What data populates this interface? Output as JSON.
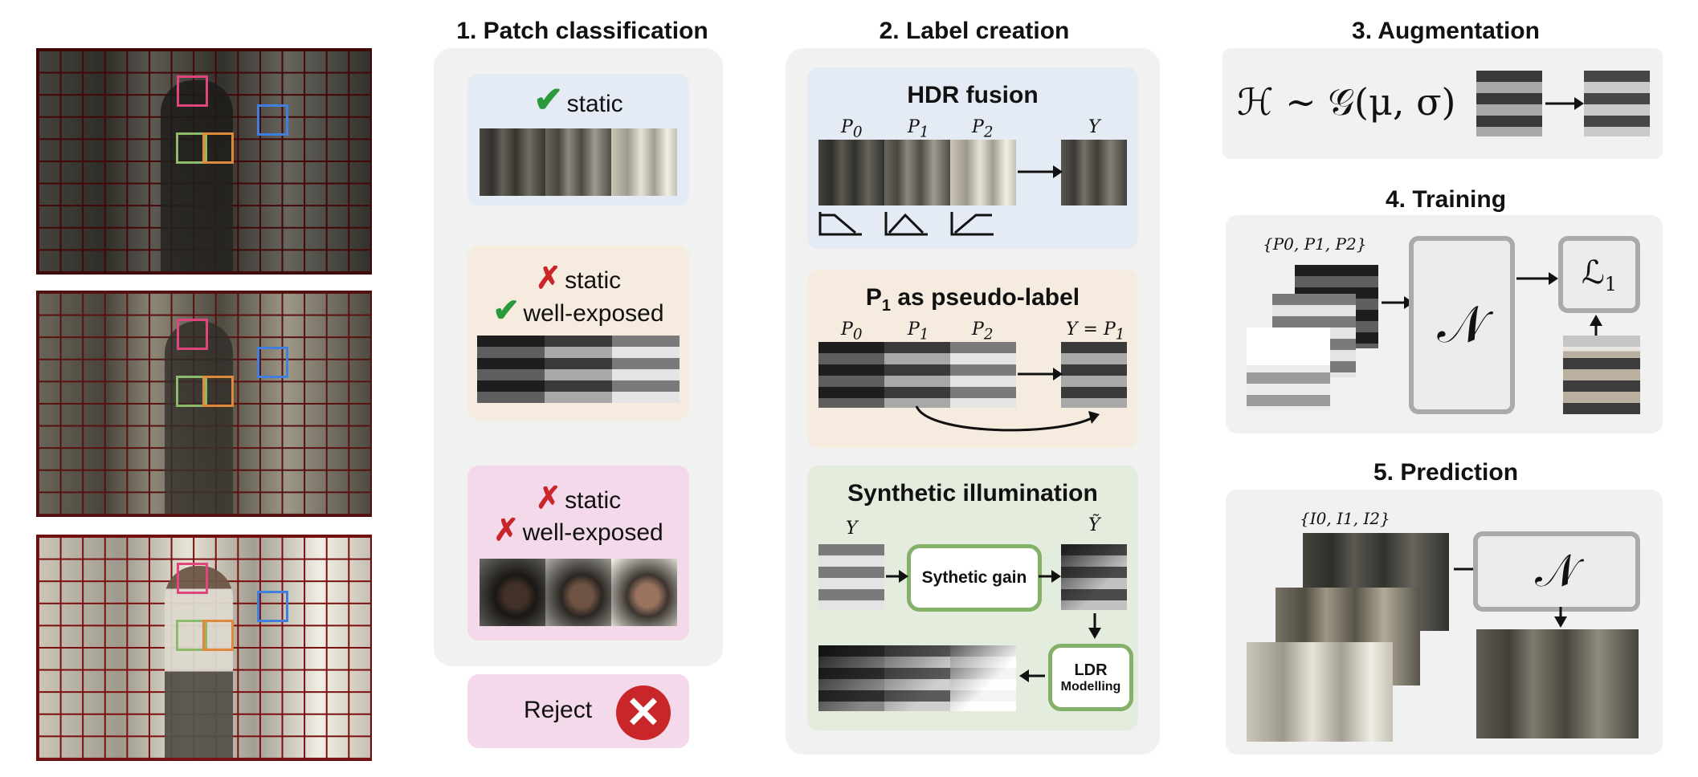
{
  "titles": {
    "s1": "1. Patch classification",
    "s2": "2. Label creation",
    "s3": "3. Augmentation",
    "s4": "4. Training",
    "s5": "5. Prediction"
  },
  "classification": {
    "box1": {
      "line1": "static"
    },
    "box2": {
      "line1": "static",
      "line2": "well-exposed"
    },
    "box3": {
      "line1": "static",
      "line2": "well-exposed"
    },
    "reject": "Reject"
  },
  "label_creation": {
    "hdr": {
      "title": "HDR fusion",
      "p0": "P",
      "p0s": "0",
      "p1": "P",
      "p1s": "1",
      "p2": "P",
      "p2s": "2",
      "y": "Y"
    },
    "pseudo": {
      "title_main": "P",
      "title_sub": "1",
      "title_rest": " as pseudo-label",
      "p0": "P",
      "p0s": "0",
      "p1": "P",
      "p1s": "1",
      "p2": "P",
      "p2s": "2",
      "y": "Y = P",
      "ys": "1"
    },
    "synth": {
      "title": "Synthetic illumination",
      "y": "Y",
      "ytilde": "Ỹ",
      "gain": "Sythetic gain",
      "ldr1": "LDR",
      "ldr2": "Modelling"
    }
  },
  "augmentation": {
    "formula": "ℋ ∼ 𝒢(μ, σ)"
  },
  "training": {
    "set": "{P0, P1, P2}",
    "net": "𝒩",
    "loss": "ℒ",
    "loss_sub": "1"
  },
  "prediction": {
    "set": "{I0, I1, I2}",
    "net": "𝒩"
  },
  "colors": {
    "magenta": "#e0457b",
    "blue": "#3f7fe0",
    "green": "#8dbb6a",
    "orange": "#e0893a",
    "check": "#2a9a3c",
    "cross": "#c9262a"
  }
}
